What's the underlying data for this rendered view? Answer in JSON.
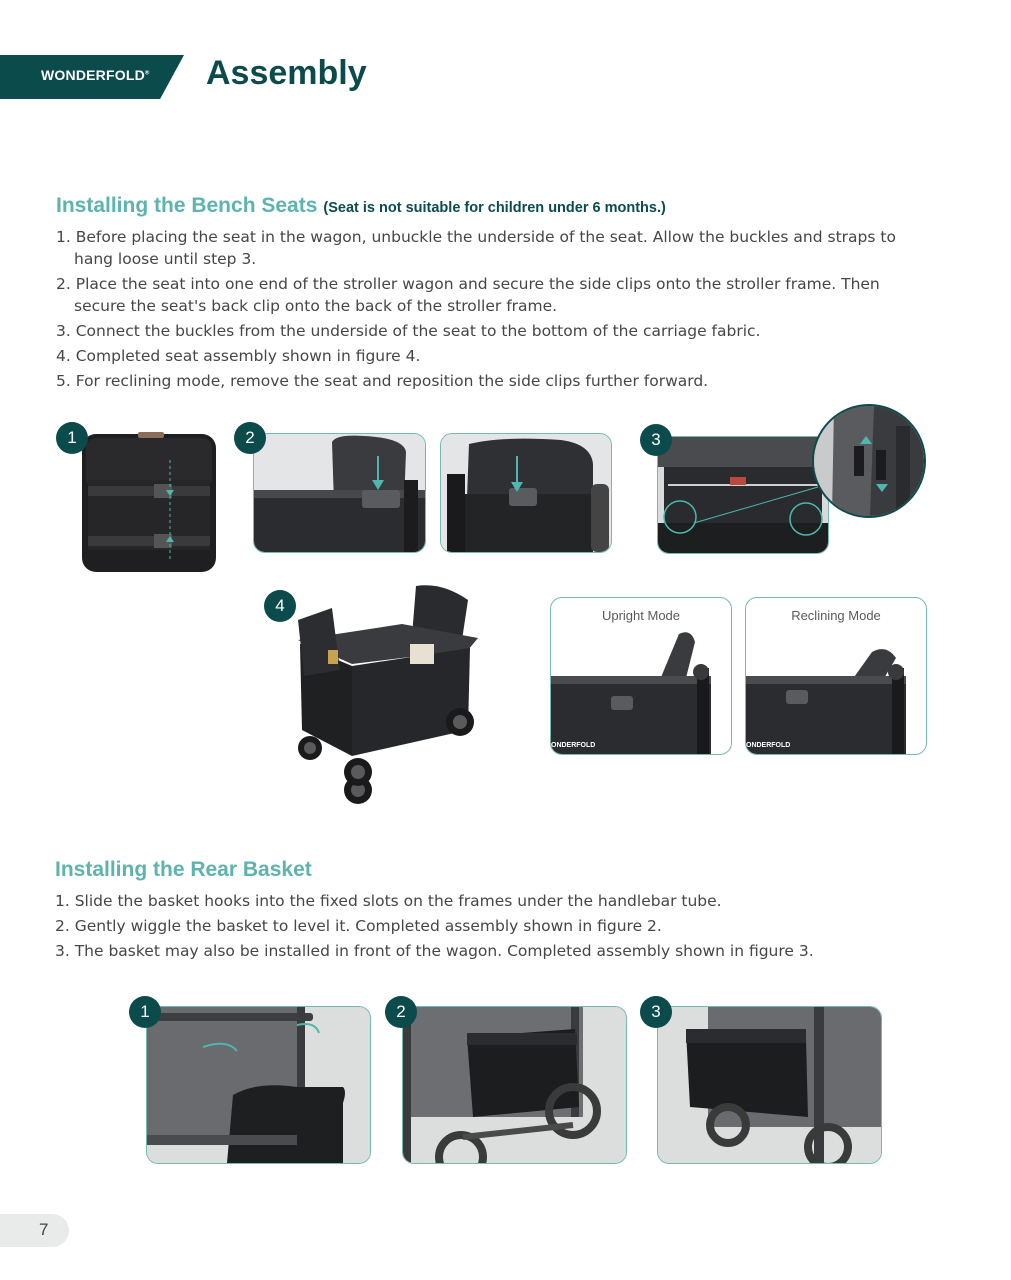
{
  "header": {
    "brand": "WONDERFOLD",
    "brand_mark": "®",
    "title": "Assembly"
  },
  "bench_section": {
    "title": "Installing the Bench Seats",
    "note": "(Seat is not suitable for children under 6 months.)",
    "steps": [
      "1. Before placing the seat in the wagon, unbuckle the underside of the seat. Allow the buckles and straps to hang loose until step 3.",
      "2. Place the seat into one end of the stroller wagon and secure the side clips onto the stroller frame. Then secure the seat's back clip onto the back of the stroller frame.",
      "3. Connect the buckles from the underside of the seat to the bottom of the carriage fabric.",
      "4. Completed seat assembly shown in figure 4.",
      "5. For reclining mode, remove the seat and reposition the side clips further forward."
    ],
    "figure_numbers": [
      "1",
      "2",
      "3",
      "4"
    ],
    "upright_label": "Upright Mode",
    "reclining_label": "Reclining Mode",
    "photo_brand": "ONDERFOLD"
  },
  "basket_section": {
    "title": "Installing the Rear Basket",
    "steps": [
      "1. Slide the basket hooks into the fixed slots on the frames under the handlebar tube.",
      "2. Gently wiggle the basket to level it. Completed assembly shown in figure 2.",
      "3. The basket may also be installed in front of the wagon. Completed assembly shown in figure 3."
    ],
    "figure_numbers": [
      "1",
      "2",
      "3"
    ]
  },
  "page_number": "7",
  "colors": {
    "brand_dark": "#0c4b4c",
    "accent_teal": "#5db3ad",
    "border": "#74b9b2"
  }
}
